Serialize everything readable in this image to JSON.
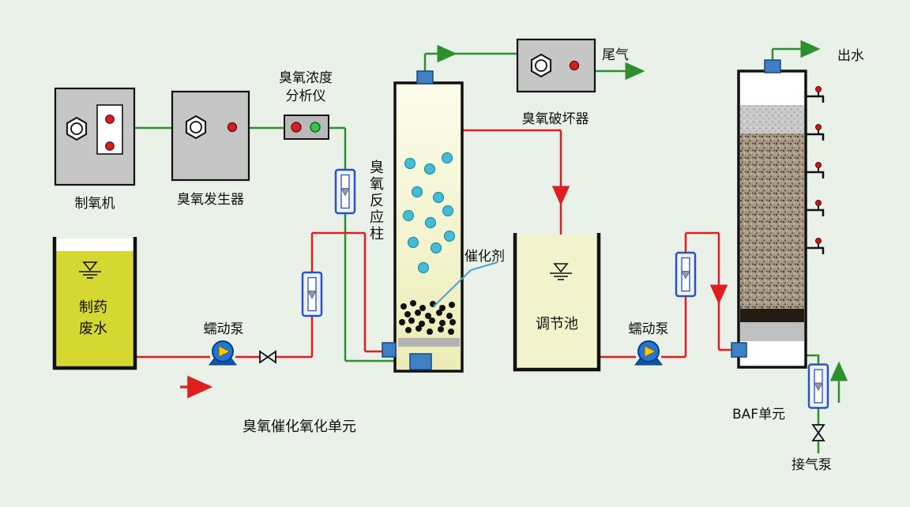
{
  "diagram": {
    "unit_caption": "臭氧催化氧化单元",
    "oxygen_generator": "制氧机",
    "ozone_generator": "臭氧发生器",
    "analyzer": {
      "line1": "臭氧浓度",
      "line2": "分析仪"
    },
    "reaction_column": "臭氧反应柱",
    "ozone_destructor": "臭氧破坏器",
    "tail_gas": "尾气",
    "wastewater": {
      "line1": "制药",
      "line2": "废水"
    },
    "pump_left": "蠕动泵",
    "pump_right": "蠕动泵",
    "catalyst": "催化剂",
    "regulating_tank": "调节池",
    "baf_unit": "BAF单元",
    "air_pump": "接气泵",
    "effluent": "出水"
  },
  "colors": {
    "background": "#eaf1e9",
    "gas_line_green": "#2d8f2d",
    "water_line_red": "#dd1f1f",
    "equipment_gray": "#c6c6c6",
    "tank_yellow": "#d6d832",
    "port_blue": "#3f7fc4",
    "bubble_cyan": "#45bcd4",
    "flowmeter_blue": "#2a52c0",
    "indicator_red": "#d42020",
    "indicator_green": "#39c24a"
  }
}
